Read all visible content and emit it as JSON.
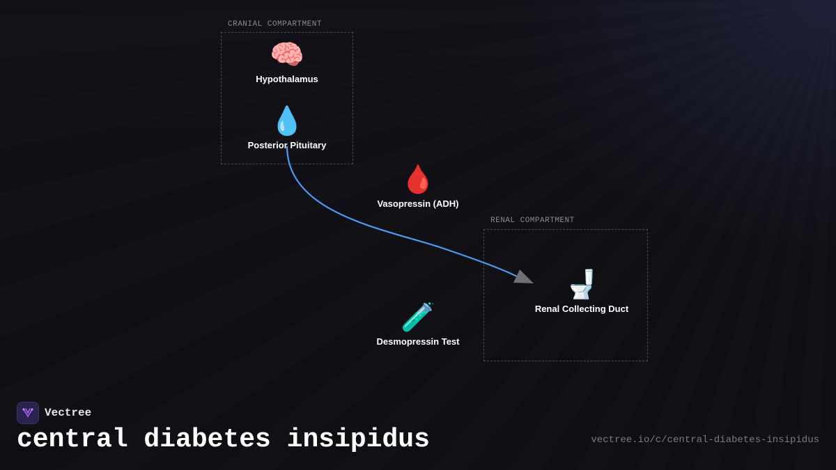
{
  "compartments": {
    "cranial": {
      "label": "CRANIAL COMPARTMENT"
    },
    "renal": {
      "label": "RENAL COMPARTMENT"
    }
  },
  "nodes": {
    "hypothalamus": {
      "label": "Hypothalamus",
      "icon": "brain-icon",
      "glyph": "🧠"
    },
    "posterior_pituitary": {
      "label": "Posterior Pituitary",
      "icon": "droplet-icon",
      "glyph": "💧"
    },
    "vasopressin": {
      "label": "Vasopressin (ADH)",
      "icon": "blood-drop-icon",
      "glyph": "🩸"
    },
    "renal_collecting_duct": {
      "label": "Renal Collecting Duct",
      "icon": "toilet-icon",
      "glyph": "🚽"
    },
    "desmopressin_test": {
      "label": "Desmopressin Test",
      "icon": "test-tube-icon",
      "glyph": "🧪"
    }
  },
  "edges": [
    {
      "from": "Posterior Pituitary",
      "to": "Renal Collecting Duct",
      "color": "#4c9bf5"
    }
  ],
  "footer": {
    "brand_name": "Vectree",
    "title": "central diabetes insipidus",
    "url": "vectree.io/c/central-diabetes-insipidus"
  },
  "colors": {
    "background": "#0f0f14",
    "edge": "#4c9bf5",
    "arrowhead": "#6e6e74",
    "compartment_border": "#4a4a52",
    "brand_accent": "#a855f7"
  }
}
